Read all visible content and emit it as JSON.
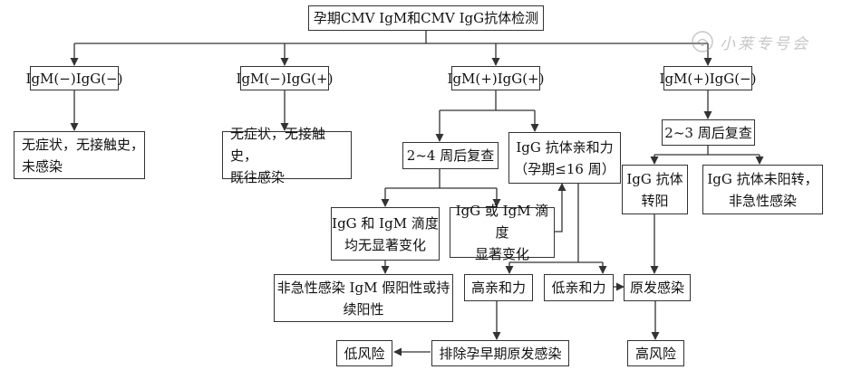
{
  "nodes": {
    "root": "孕期CMV IgM和CMV IgG抗体检测",
    "m_neg_g_neg": "IgM(−)IgG(−)",
    "m_neg_g_pos": "IgM(−)IgG(+)",
    "m_pos_g_pos": "IgM(+)IgG(+)",
    "m_pos_g_neg": "IgM(+)IgG(−)",
    "no_symptom_uninfected": "无症状，无接触史，\n未感染",
    "no_symptom_past": "无症状，无接触史，\n既往感染",
    "recheck_2_4": "2~4 周后复查",
    "avidity": "IgG 抗体亲和力\n（孕期≤16 周）",
    "recheck_2_3": "2~3 周后复查",
    "igg_seroconvert": "IgG 抗体\n转阳",
    "igg_not_seroconvert": "IgG 抗体未阳转，\n非急性感染",
    "titer_no_change": "IgG 和 IgM 滴度\n均无显著变化",
    "titer_change": "IgG 或 IgM 滴度\n显著变化",
    "non_acute_false_pos": "非急性感染 IgM 假阳性或持\n续阳性",
    "high_avidity": "高亲和力",
    "low_avidity": "低亲和力",
    "primary_infection": "原发感染",
    "low_risk": "低风险",
    "exclude_early_primary": "排除孕早期原发感染",
    "high_risk": "高风险"
  },
  "watermark": {
    "text": "小莱专号会"
  }
}
